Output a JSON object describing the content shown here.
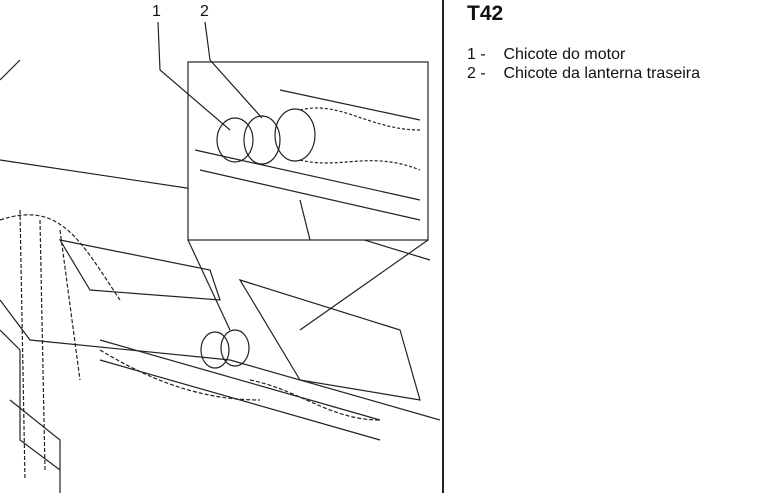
{
  "figure": {
    "callouts": [
      "1",
      "2"
    ],
    "code": "T42"
  },
  "legend": [
    {
      "num": "1",
      "sep": "-",
      "label": "Chicote do motor"
    },
    {
      "num": "2",
      "sep": "-",
      "label": "Chicote da lanterna traseira"
    }
  ]
}
